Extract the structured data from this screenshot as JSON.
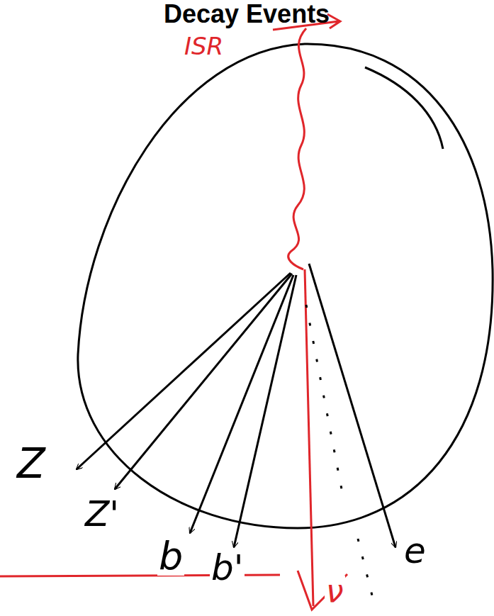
{
  "diagram": {
    "title": "Decay Events",
    "labels": [
      "ISR",
      "Z",
      "Z'",
      "b",
      "b'",
      "e",
      "ν"
    ]
  }
}
